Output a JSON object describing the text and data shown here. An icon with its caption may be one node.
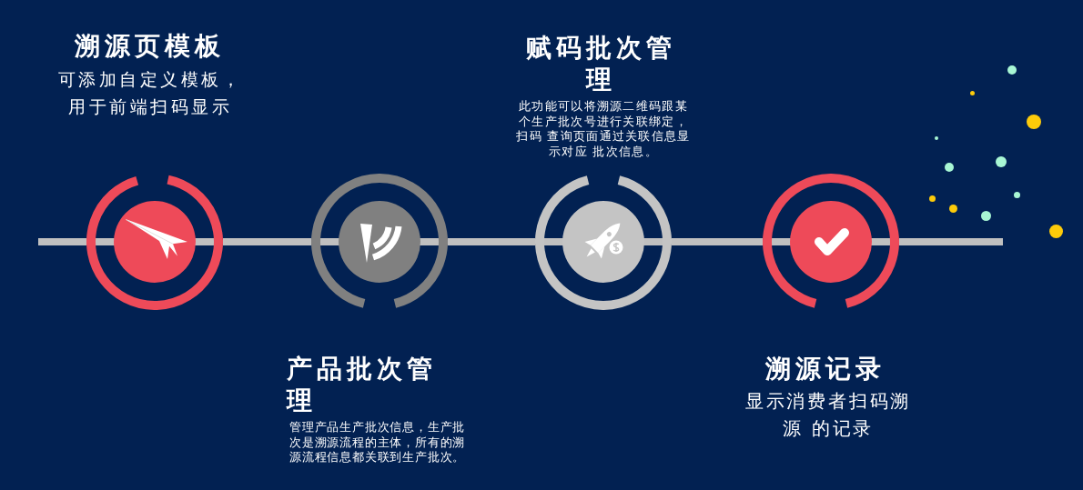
{
  "diagram": {
    "nodes": [
      {
        "text": [],
        "shape": "circle",
        "beside": [
          "溯源页模板",
          "可添加自定义模板，用于前端扫码显示"
        ]
      },
      {
        "text": [],
        "shape": "circle",
        "beside": [
          "产品批次管理",
          "管理产品生产批次信息，生产批次是溯源流程的主体，所有的溯源流程信息都关联到生产批次。"
        ]
      },
      {
        "text": [],
        "shape": "circle",
        "beside": [
          "赋码批次管理",
          "此功能可以将溯源二维码跟某个生产批次号进行关联绑定，扫码 查询页面通过关联信息显示对应 批次信息。"
        ]
      },
      {
        "text": [],
        "shape": "circle",
        "beside": [
          "溯源记录",
          "显示消费者扫码溯源 的记录"
        ]
      }
    ],
    "edges": [
      {
        "from": null,
        "to": 0,
        "arrow": "none"
      },
      {
        "from": 0,
        "to": 1,
        "arrow": "none"
      },
      {
        "from": 1,
        "to": 2,
        "arrow": "none"
      },
      {
        "from": 2,
        "to": 3,
        "arrow": "none"
      },
      {
        "from": 3,
        "to": null,
        "arrow": "none"
      }
    ]
  }
}
